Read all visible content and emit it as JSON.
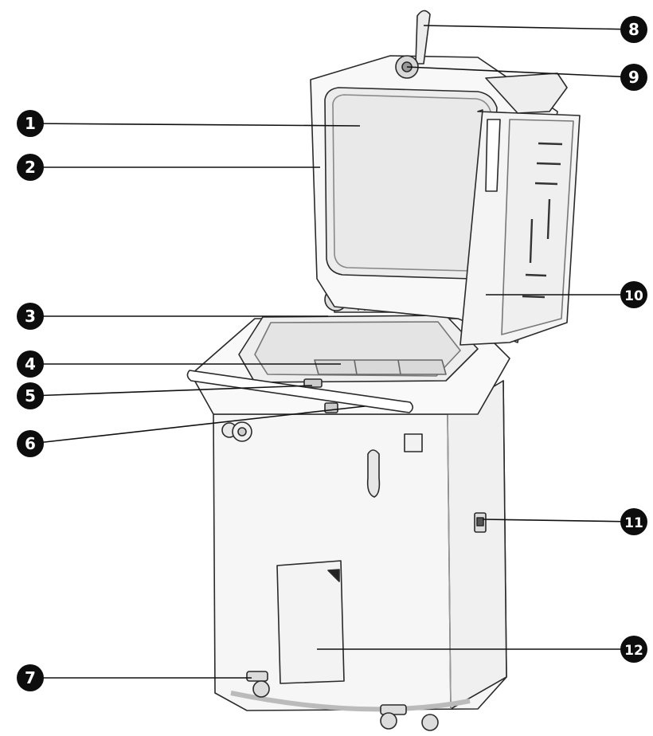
{
  "figure": {
    "subject": "dough divider machine with lid open",
    "colors": {
      "line": "#2a2a2a",
      "body_fill": "#f7f7f7",
      "panel_fill": "#eeeeee",
      "shade": "#d6d6d6",
      "dark": "#111111",
      "badge_fill": "#0d0d0d",
      "badge_text": "#ffffff"
    }
  },
  "callouts": [
    {
      "number": "1",
      "label": ""
    },
    {
      "number": "2",
      "label": ""
    },
    {
      "number": "3",
      "label": ""
    },
    {
      "number": "4",
      "label": ""
    },
    {
      "number": "5",
      "label": ""
    },
    {
      "number": "6",
      "label": ""
    },
    {
      "number": "7",
      "label": ""
    },
    {
      "number": "8",
      "label": ""
    },
    {
      "number": "9",
      "label": ""
    },
    {
      "number": "10",
      "label": ""
    },
    {
      "number": "11",
      "label": ""
    },
    {
      "number": "12",
      "label": ""
    }
  ]
}
